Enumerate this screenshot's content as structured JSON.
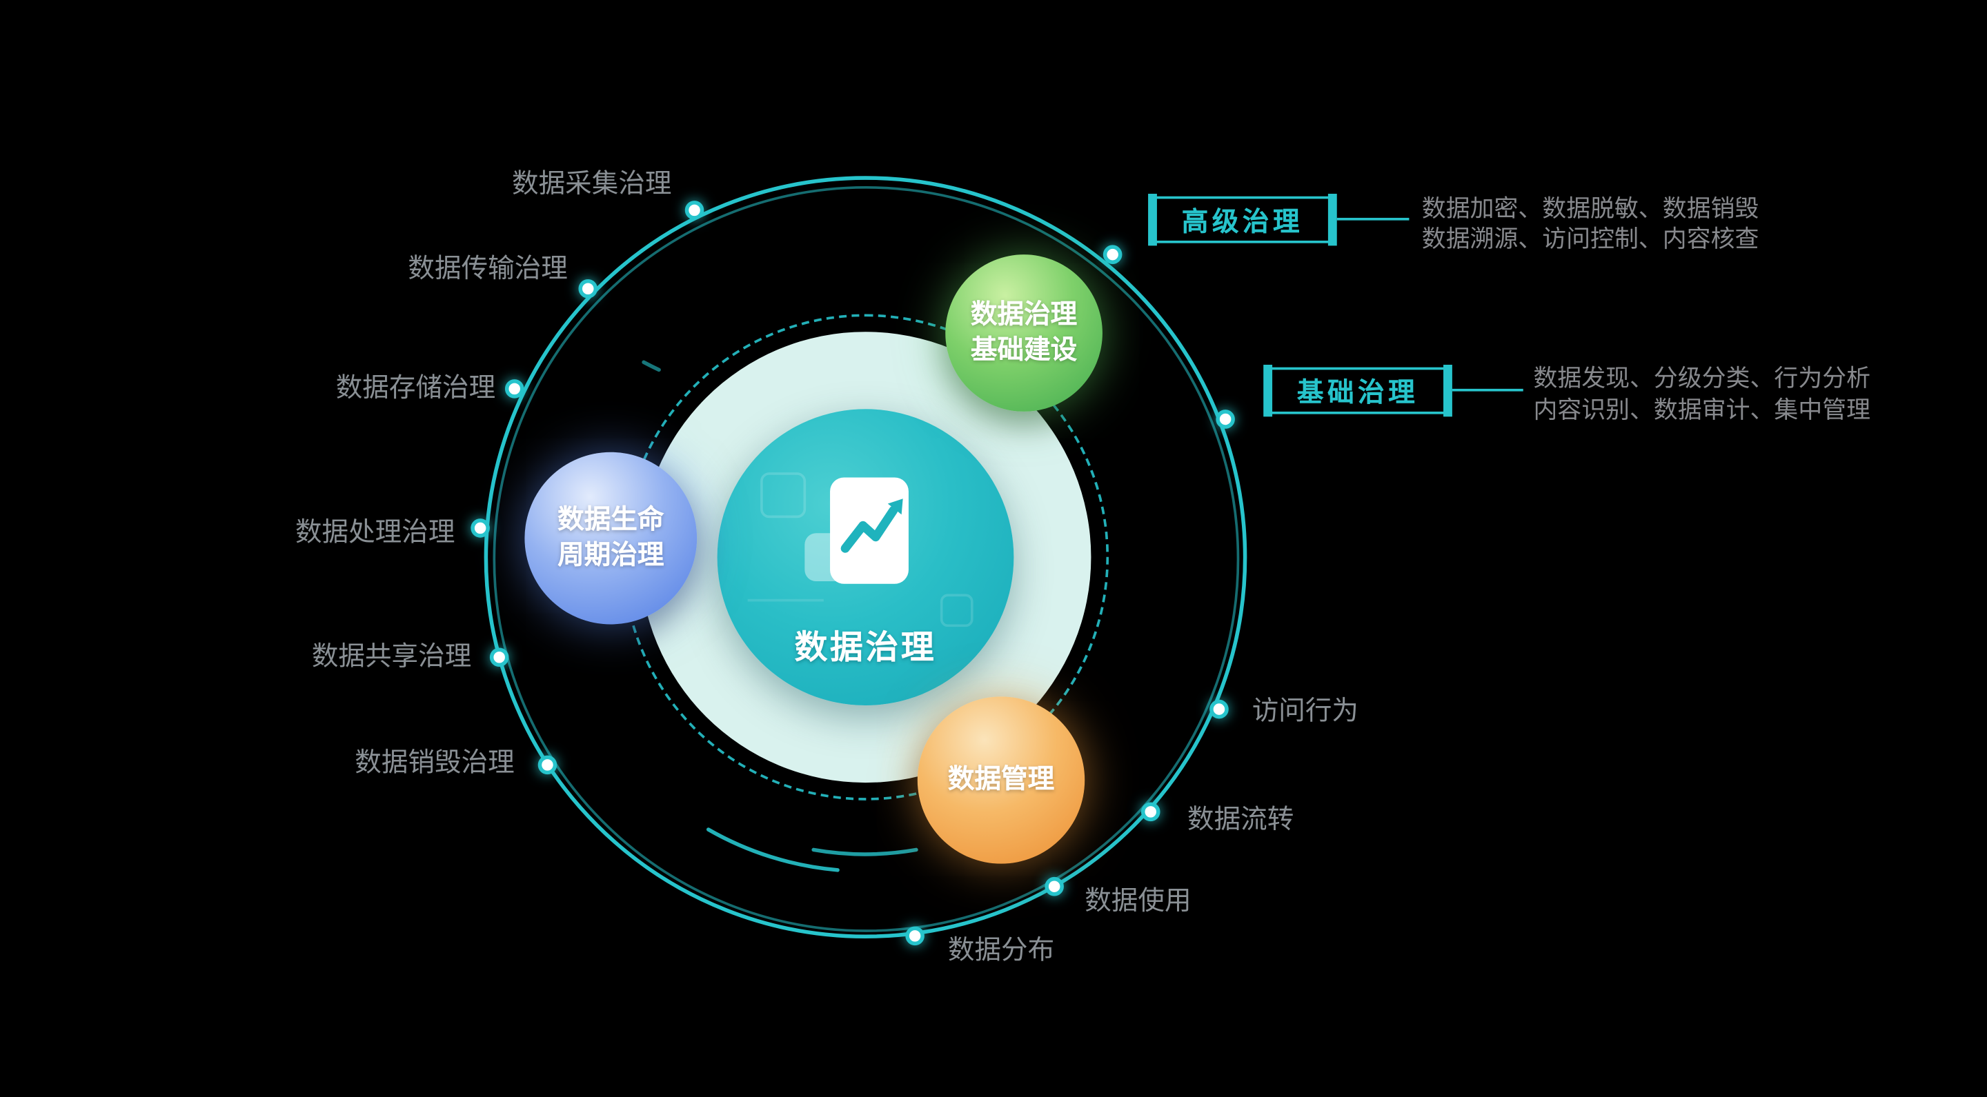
{
  "colors": {
    "background": "#000000",
    "teal": "#27c4cc",
    "light_circle": "#d9f2ee",
    "green": "#5fc45f",
    "blue": "#5b86e8",
    "orange": "#ef9a3c",
    "label_gray": "#8a9095",
    "desc_gray": "#87898d"
  },
  "center": {
    "label": "数据治理"
  },
  "satellites": {
    "infrastructure": {
      "line1": "数据治理",
      "line2": "基础建设"
    },
    "lifecycle": {
      "line1": "数据生命",
      "line2": "周期治理"
    },
    "management": {
      "line1": "数据管理"
    }
  },
  "ring": {
    "left_labels": [
      "数据采集治理",
      "数据传输治理",
      "数据存储治理",
      "数据处理治理",
      "数据共享治理",
      "数据销毁治理"
    ],
    "right_labels": [
      "访问行为",
      "数据流转",
      "数据使用",
      "数据分布"
    ]
  },
  "callouts": {
    "advanced": {
      "tag": "高级治理",
      "line1": "数据加密、数据脱敏、数据销毁",
      "line2": "数据溯源、访问控制、内容核查"
    },
    "basic": {
      "tag": "基础治理",
      "line1": "数据发现、分级分类、行为分析",
      "line2": "内容识别、数据审计、集中管理"
    }
  }
}
